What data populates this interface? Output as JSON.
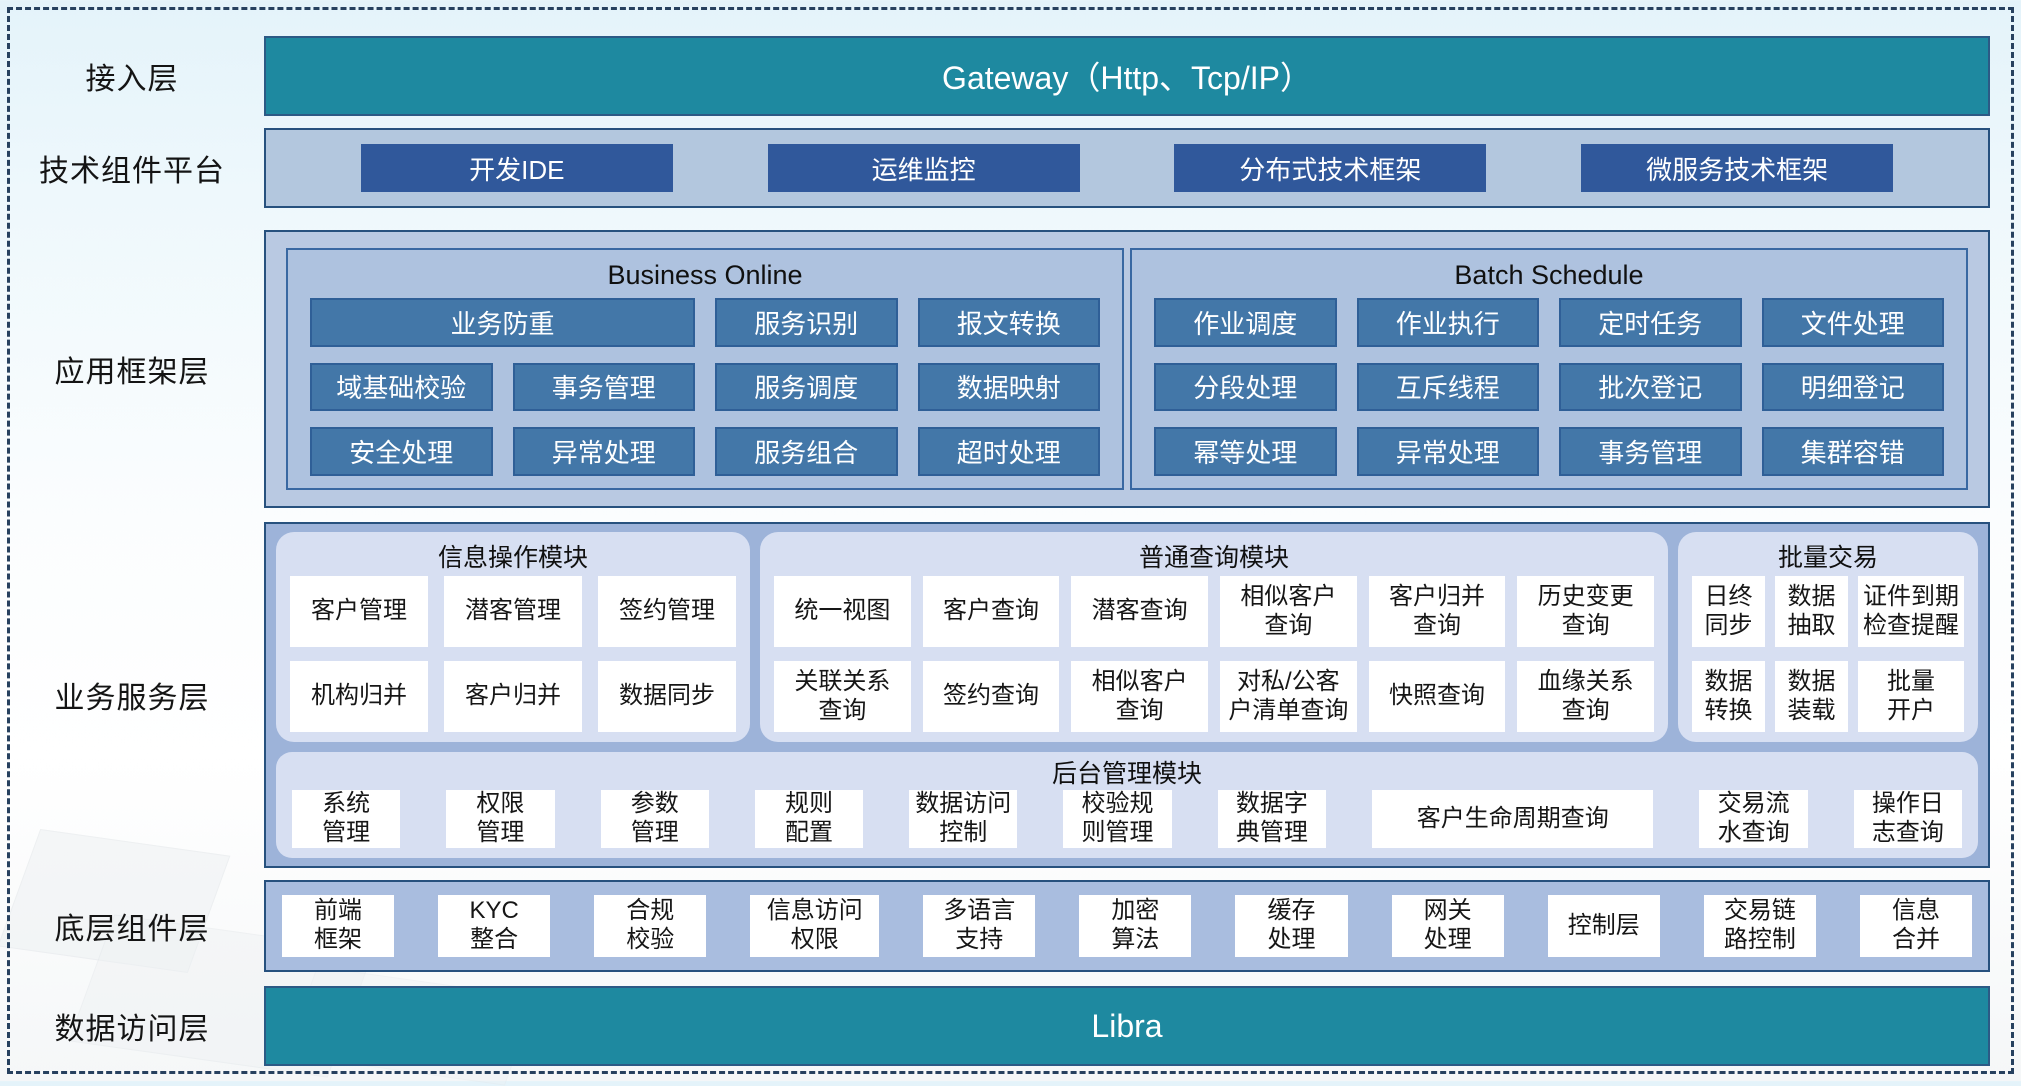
{
  "colors": {
    "teal_bar": "#1e89a0",
    "navy_button": "#30589b",
    "steel_button": "#4377a8",
    "steel_button_border": "#2f5f97",
    "tech_band_fill": "#b3c7de",
    "framework_fill": "#b9c9e2",
    "framework_panel_fill": "#aec2df",
    "services_fill": "#9db3d9",
    "module_fill": "#d7dff2",
    "base_fill": "#a9bddf",
    "section_border": "#27517e",
    "dashed_frame": "#27415f"
  },
  "access_layer": {
    "label": "接入层",
    "title": "Gateway（Http、Tcp/IP）"
  },
  "tech_platform": {
    "label": "技术组件平台",
    "buttons": [
      "开发IDE",
      "运维监控",
      "分布式技术框架",
      "微服务技术框架"
    ]
  },
  "app_framework": {
    "label": "应用框架层",
    "business_online": {
      "title": "Business Online",
      "buttons": [
        {
          "t": "业务防重",
          "span": 2
        },
        "服务识别",
        "报文转换",
        "域基础校验",
        "事务管理",
        "服务调度",
        "数据映射",
        "安全处理",
        "异常处理",
        "服务组合",
        "超时处理"
      ]
    },
    "batch_schedule": {
      "title": "Batch Schedule",
      "buttons": [
        "作业调度",
        "作业执行",
        "定时任务",
        "文件处理",
        "分段处理",
        "互斥线程",
        "批次登记",
        "明细登记",
        "幂等处理",
        "异常处理",
        "事务管理",
        "集群容错"
      ]
    }
  },
  "business_services": {
    "label": "业务服务层",
    "info_module": {
      "title": "信息操作模块",
      "cells": [
        "客户管理",
        "潜客管理",
        "签约管理",
        "机构归并",
        "客户归并",
        "数据同步"
      ]
    },
    "query_module": {
      "title": "普通查询模块",
      "cells": [
        "统一视图",
        "客户查询",
        "潜客查询",
        "相似客户\n查询",
        "客户归并\n查询",
        "历史变更\n查询",
        "关联关系\n查询",
        "签约查询",
        "相似客户\n查询",
        "对私/公客\n户清单查询",
        "快照查询",
        "血缘关系\n查询"
      ]
    },
    "batch_module": {
      "title": "批量交易",
      "cells": [
        "日终\n同步",
        "数据\n抽取",
        "证件到期\n检查提醒",
        "数据\n转换",
        "数据\n装载",
        "批量\n开户"
      ]
    },
    "admin_module": {
      "title": "后台管理模块",
      "cells": [
        {
          "t": "系统\n管理"
        },
        {
          "t": "权限\n管理"
        },
        {
          "t": "参数\n管理"
        },
        {
          "t": "规则\n配置"
        },
        {
          "t": "数据访问\n控制"
        },
        {
          "t": "校验规\n则管理"
        },
        {
          "t": "数据字\n典管理"
        },
        {
          "t": "客户生命周期查询",
          "flex": "2.6"
        },
        {
          "t": "交易流\n水查询"
        },
        {
          "t": "操作日\n志查询"
        }
      ]
    }
  },
  "base_components": {
    "label": "底层组件层",
    "cells": [
      {
        "t": "前端\n框架"
      },
      {
        "t": "KYC\n整合"
      },
      {
        "t": "合规\n校验"
      },
      {
        "t": "信息访问\n权限",
        "flex": "1.15"
      },
      {
        "t": "多语言\n支持"
      },
      {
        "t": "加密\n算法"
      },
      {
        "t": "缓存\n处理"
      },
      {
        "t": "网关\n处理"
      },
      {
        "t": "控制层"
      },
      {
        "t": "交易链\n路控制"
      },
      {
        "t": "信息\n合并"
      }
    ]
  },
  "data_access": {
    "label": "数据访问层",
    "title": "Libra"
  }
}
